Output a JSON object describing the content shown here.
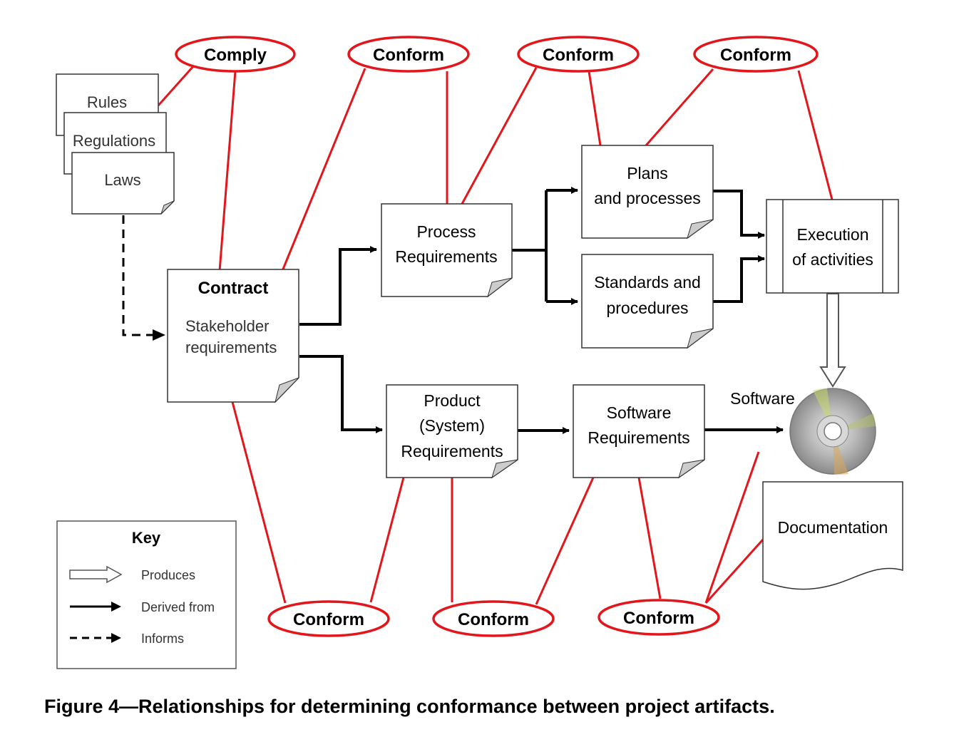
{
  "ovals": {
    "comply": "Comply",
    "conform_top_1": "Conform",
    "conform_top_2": "Conform",
    "conform_top_3": "Conform",
    "conform_bottom_1": "Conform",
    "conform_bottom_2": "Conform",
    "conform_bottom_3": "Conform"
  },
  "documents": {
    "rules": "Rules",
    "regulations": "Regulations",
    "laws": "Laws",
    "contract_title": "Contract",
    "contract_sub_1": "Stakeholder",
    "contract_sub_2": "requirements",
    "process_1": "Process",
    "process_2": "Requirements",
    "plans_1": "Plans",
    "plans_2": "and processes",
    "standards_1": "Standards and",
    "standards_2": "procedures",
    "execution_1": "Execution",
    "execution_2": "of activities",
    "product_1": "Product",
    "product_2": "(System)",
    "product_3": "Requirements",
    "software_1": "Software",
    "software_2": "Requirements",
    "software_label": "Software",
    "documentation": "Documentation"
  },
  "key": {
    "title": "Key",
    "produces": "Produces",
    "derived_from": "Derived from",
    "informs": "Informs"
  },
  "caption": "Figure 4—Relationships for determining conformance between project artifacts.",
  "colors": {
    "conformance_red": "#e3161b",
    "line_black": "#000000"
  }
}
